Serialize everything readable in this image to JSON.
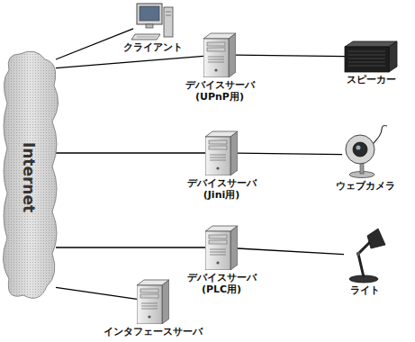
{
  "diagram": {
    "nodes": [
      {
        "text": [
          "Internet"
        ]
      },
      {
        "text": [
          "クライアント"
        ]
      },
      {
        "text": [
          "デバイスサーバ (UPnP用)"
        ]
      },
      {
        "text": [
          "スピーカー"
        ]
      },
      {
        "text": [
          "デバイスサーバ (Jini用)"
        ]
      },
      {
        "text": [
          "ウェブカメラ"
        ]
      },
      {
        "text": [
          "デバイスサーバ (PLC用)"
        ]
      },
      {
        "text": [
          "ライト"
        ]
      },
      {
        "text": [
          "インタフェースサーバ"
        ]
      }
    ],
    "edges": [
      {
        "from": 0,
        "to": 1,
        "arrow": "none"
      },
      {
        "from": 0,
        "to": 2,
        "arrow": "none"
      },
      {
        "from": 0,
        "to": 4,
        "arrow": "none"
      },
      {
        "from": 0,
        "to": 6,
        "arrow": "none"
      },
      {
        "from": 0,
        "to": 8,
        "arrow": "none"
      },
      {
        "from": 2,
        "to": 3,
        "arrow": "none"
      },
      {
        "from": 4,
        "to": 5,
        "arrow": "none"
      },
      {
        "from": 6,
        "to": 7,
        "arrow": "none"
      }
    ]
  }
}
